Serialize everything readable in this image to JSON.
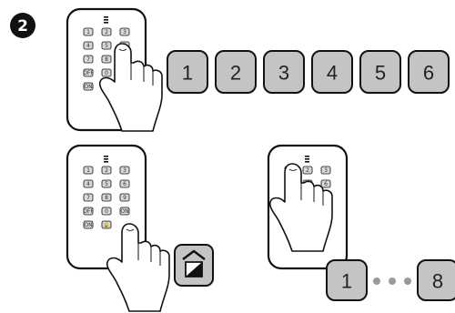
{
  "step_number": "2",
  "keypad_keys": [
    "1",
    "2",
    "3",
    "4",
    "5",
    "6",
    "7",
    "8",
    "9",
    "OFF",
    "0",
    "ON",
    "ON",
    "🔒"
  ],
  "sequence_boxes": [
    "1",
    "2",
    "3",
    "4",
    "5",
    "6"
  ],
  "range_start": "1",
  "range_end": "8",
  "colors": {
    "outline": "#111111",
    "button_fill": "#c4c4c4",
    "key_fill": "#d8d8d8",
    "dots": "#9a9a9a"
  }
}
